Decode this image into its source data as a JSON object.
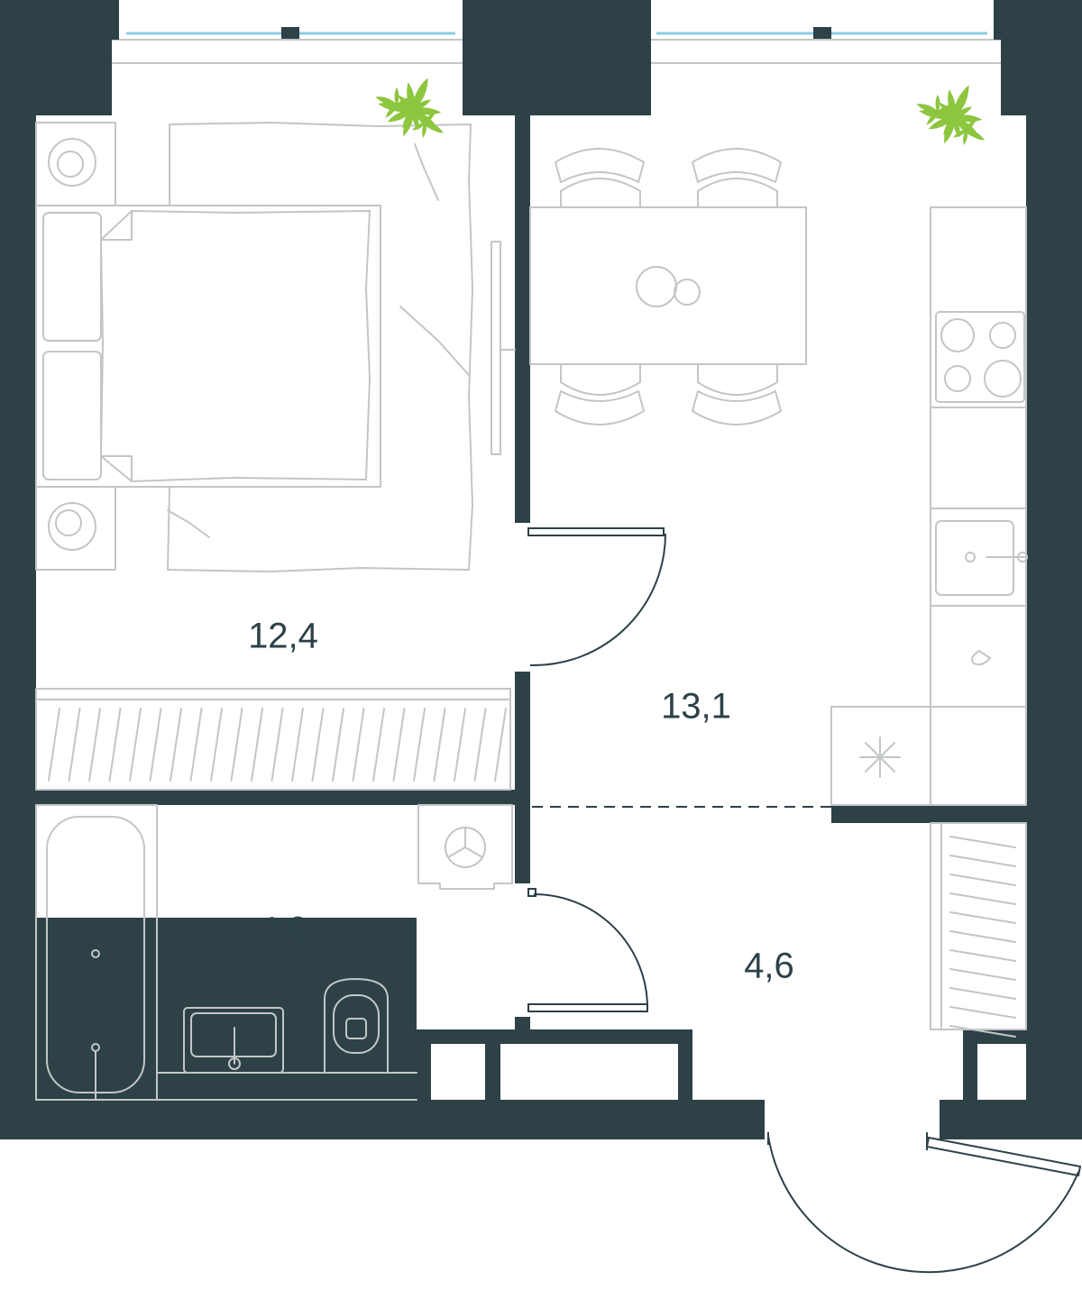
{
  "colors": {
    "wall": "#2d4147",
    "furniture": "#c3c6c6",
    "window": "#8ccbe5",
    "plant": "#8fc63f",
    "background": "#ffffff"
  },
  "rooms": [
    {
      "id": "bedroom",
      "area": "12,4"
    },
    {
      "id": "kitchen-living",
      "area": "13,1"
    },
    {
      "id": "bathroom",
      "area": "4,9"
    },
    {
      "id": "hallway",
      "area": "4,6"
    }
  ]
}
